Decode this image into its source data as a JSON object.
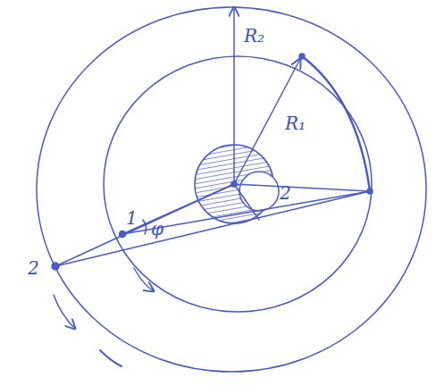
{
  "diagram": {
    "labels": [
      "R₂",
      "R₁",
      "2",
      "1",
      "φ",
      "2"
    ]
  }
}
